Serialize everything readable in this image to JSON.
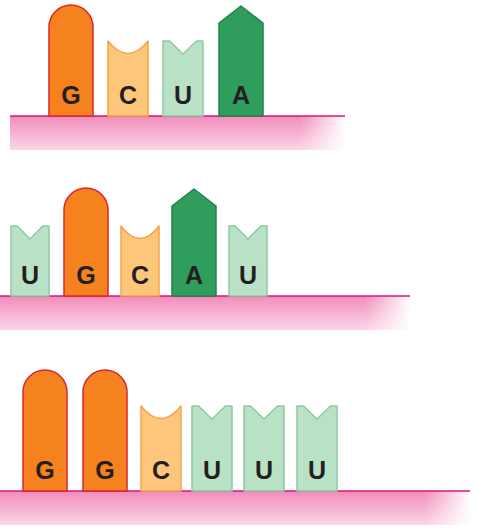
{
  "diagram": {
    "nodes": [
      {
        "text": [
          "G"
        ]
      },
      {
        "text": [
          "C"
        ]
      },
      {
        "text": [
          "U"
        ]
      },
      {
        "text": [
          "A"
        ]
      },
      {
        "text": [
          "U"
        ]
      },
      {
        "text": [
          "G"
        ]
      },
      {
        "text": [
          "C"
        ]
      },
      {
        "text": [
          "A"
        ]
      },
      {
        "text": [
          "U"
        ]
      },
      {
        "text": [
          "G"
        ]
      },
      {
        "text": [
          "G"
        ]
      },
      {
        "text": [
          "C"
        ]
      },
      {
        "text": [
          "U"
        ]
      },
      {
        "text": [
          "U"
        ]
      },
      {
        "text": [
          "U"
        ]
      }
    ]
  }
}
